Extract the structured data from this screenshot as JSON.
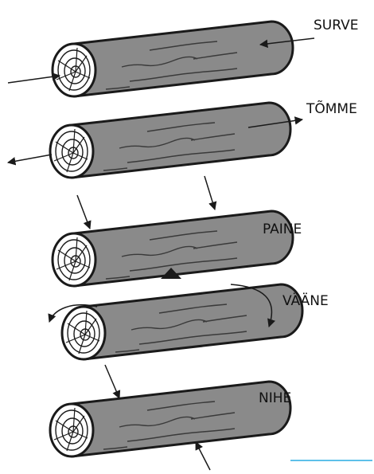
{
  "labels": {
    "compression": "SURVE",
    "tension": "TÕMME",
    "bending": "PAINE",
    "torsion": "VÄÄNE",
    "shear": "NIHE"
  },
  "colors": {
    "log_fill": "#8a8a8a",
    "log_end_fill": "#ffffff",
    "outline": "#1a1a1a",
    "grain": "#3a3a3a",
    "corner_line": "#29abe2"
  },
  "icons": {
    "force_arrow": "arrow-icon",
    "support": "triangle-support-icon",
    "rotation": "curved-arrow-icon"
  }
}
